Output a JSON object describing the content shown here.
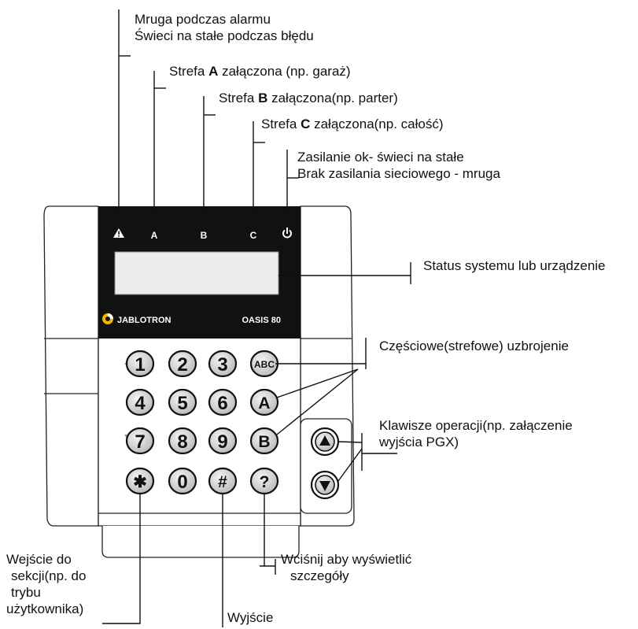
{
  "annotations": {
    "alarm_line1": "Mruga podczas alarmu",
    "alarm_line2": "Świeci na stałe podczas błędu",
    "zone_a_prefix": "Strefa ",
    "zone_a_letter": "A",
    "zone_a_suffix": " załączona (np. garaż)",
    "zone_b_prefix": "Strefa ",
    "zone_b_letter": "B",
    "zone_b_suffix": " załączona(np. parter)",
    "zone_c_prefix": "Strefa ",
    "zone_c_letter": "C",
    "zone_c_suffix": " załączona(np. całość)",
    "power_line1": "Zasilanie ok- świeci na stałe",
    "power_line2": "Brak zasilania sieciowego - mruga",
    "status": "Status systemu lub urządzenie",
    "partial": "Częściowe(strefowe) uzbrojenie",
    "operation_line1": "Klawisze operacji(np. załączenie",
    "operation_line2": "wyjścia PGX)",
    "enter_line1": "Wejście do",
    "enter_line2": "sekcji(np. do",
    "enter_line3": "trybu",
    "enter_line4": "użytkownika)",
    "info_line1": "Wciśnij aby wyświetlić",
    "info_line2": "szczegóły",
    "exit": "Wyjście"
  },
  "device": {
    "indicators": [
      "A",
      "B",
      "C"
    ],
    "brand": "JABLOTRON",
    "model": "OASIS 80"
  },
  "keys": {
    "k1": "1",
    "k2": "2",
    "k3": "3",
    "abc": "ABC",
    "k4": "4",
    "k5": "5",
    "k6": "6",
    "a": "A",
    "k7": "7",
    "k8": "8",
    "k9": "9",
    "b": "B",
    "star": "✱",
    "k0": "0",
    "hash": "#",
    "help": "?"
  },
  "icons": {
    "warning": "warning-triangle-icon",
    "power": "power-icon",
    "logo": "jablotron-logo-icon",
    "up": "arrow-up-icon",
    "down": "arrow-down-icon"
  },
  "colors": {
    "panel_black": "#111111",
    "key_face": "#d8d8d8",
    "lcd": "#ececec"
  }
}
